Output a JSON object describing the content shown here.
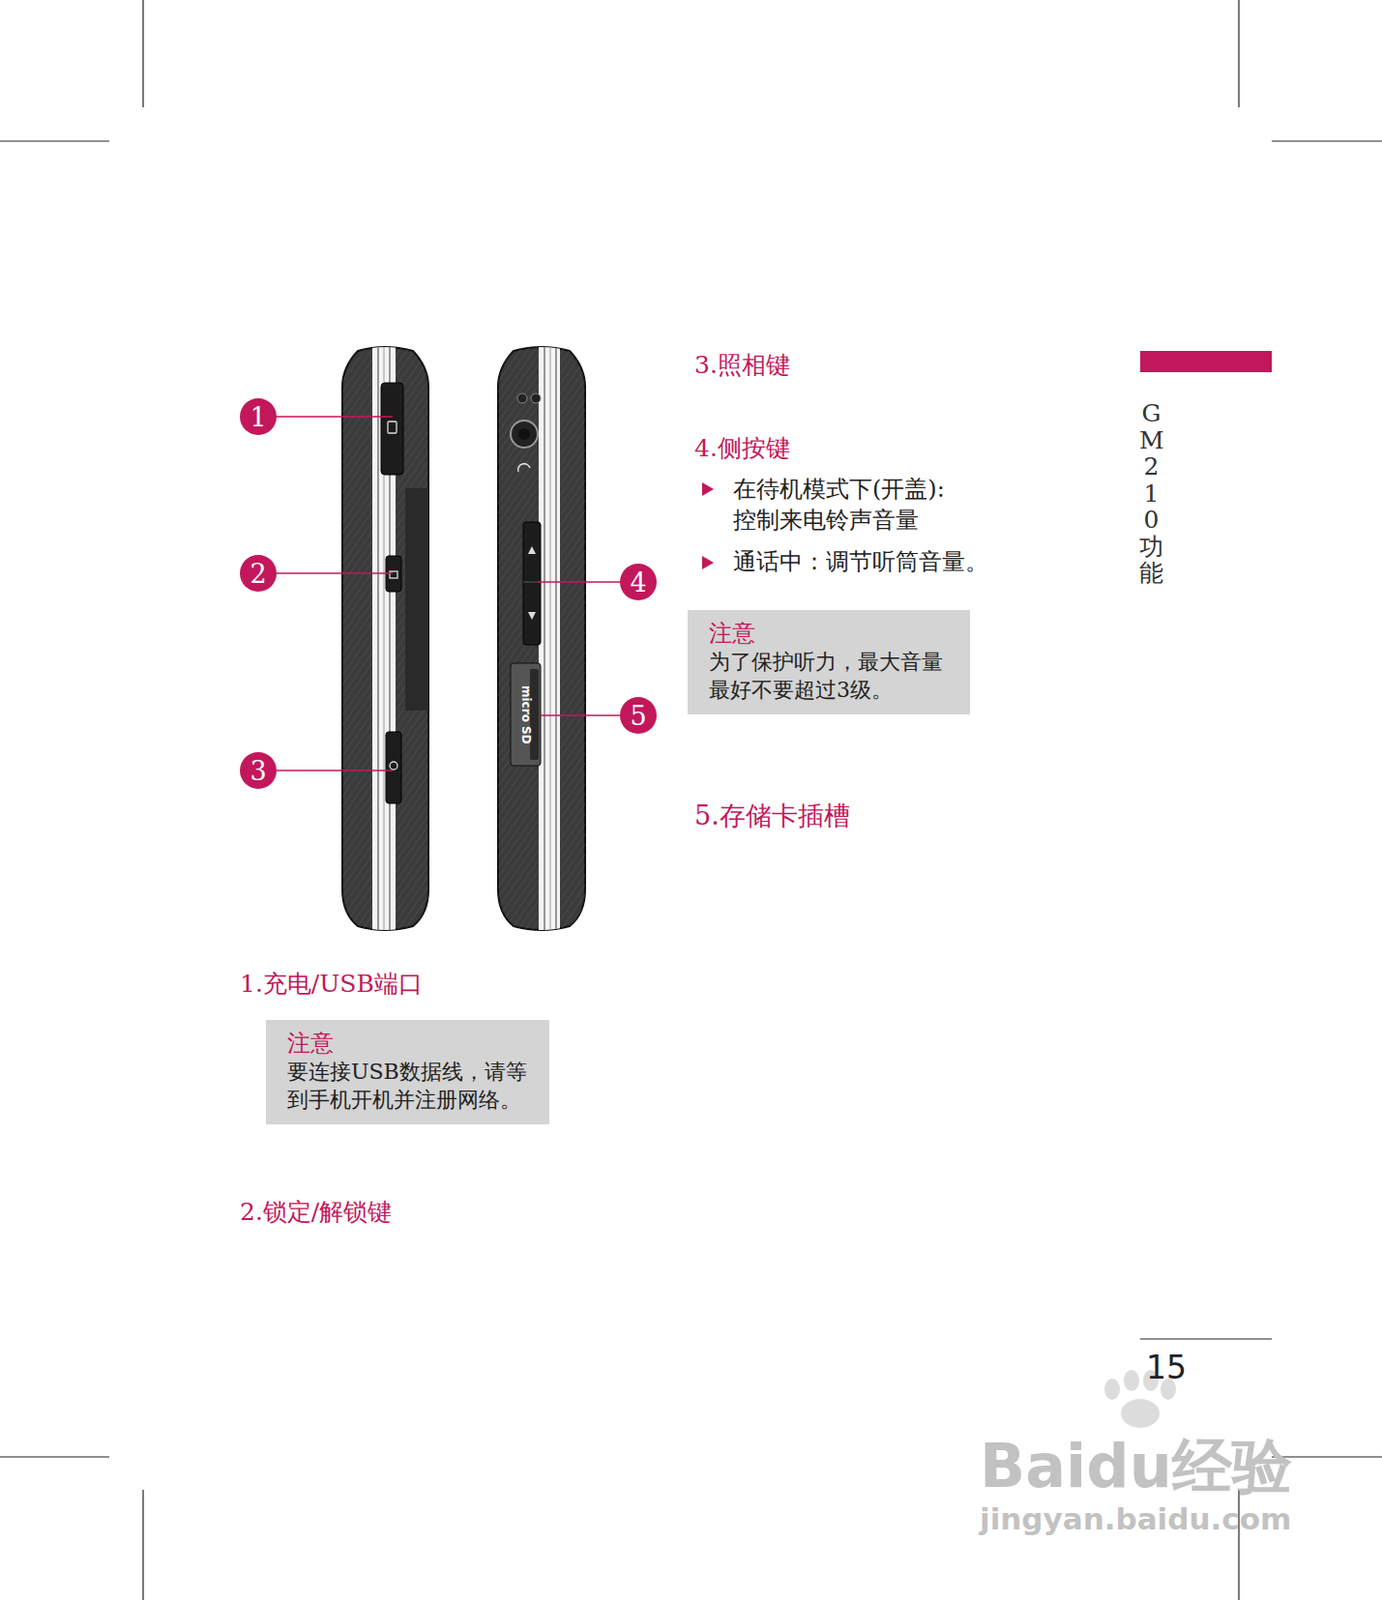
{
  "diagram": {
    "nodes": [
      {
        "text": [
          "1"
        ]
      },
      {
        "text": [
          "2"
        ]
      },
      {
        "text": [
          "3"
        ]
      },
      {
        "text": [
          "4"
        ]
      },
      {
        "text": [
          "5"
        ]
      },
      {
        "text": [
          "注意",
          "为了保护听力，最大音量最好不要超过3级。"
        ]
      },
      {
        "text": [
          "注意",
          "要连接USB数据线，请等到手机开机并注册网络。"
        ]
      }
    ],
    "labels": [
      "3.照相键",
      "4.侧按键",
      "在待机模式下(开盖): 控制来电铃声音量",
      "通话中：调节听筒音量。",
      "5.存储卡插槽",
      "1.充电/USB端口",
      "2.锁定/解锁键",
      "GM210功能",
      "15",
      "micro SD",
      "Baidu经验",
      "jingyan.baidu.com"
    ]
  }
}
